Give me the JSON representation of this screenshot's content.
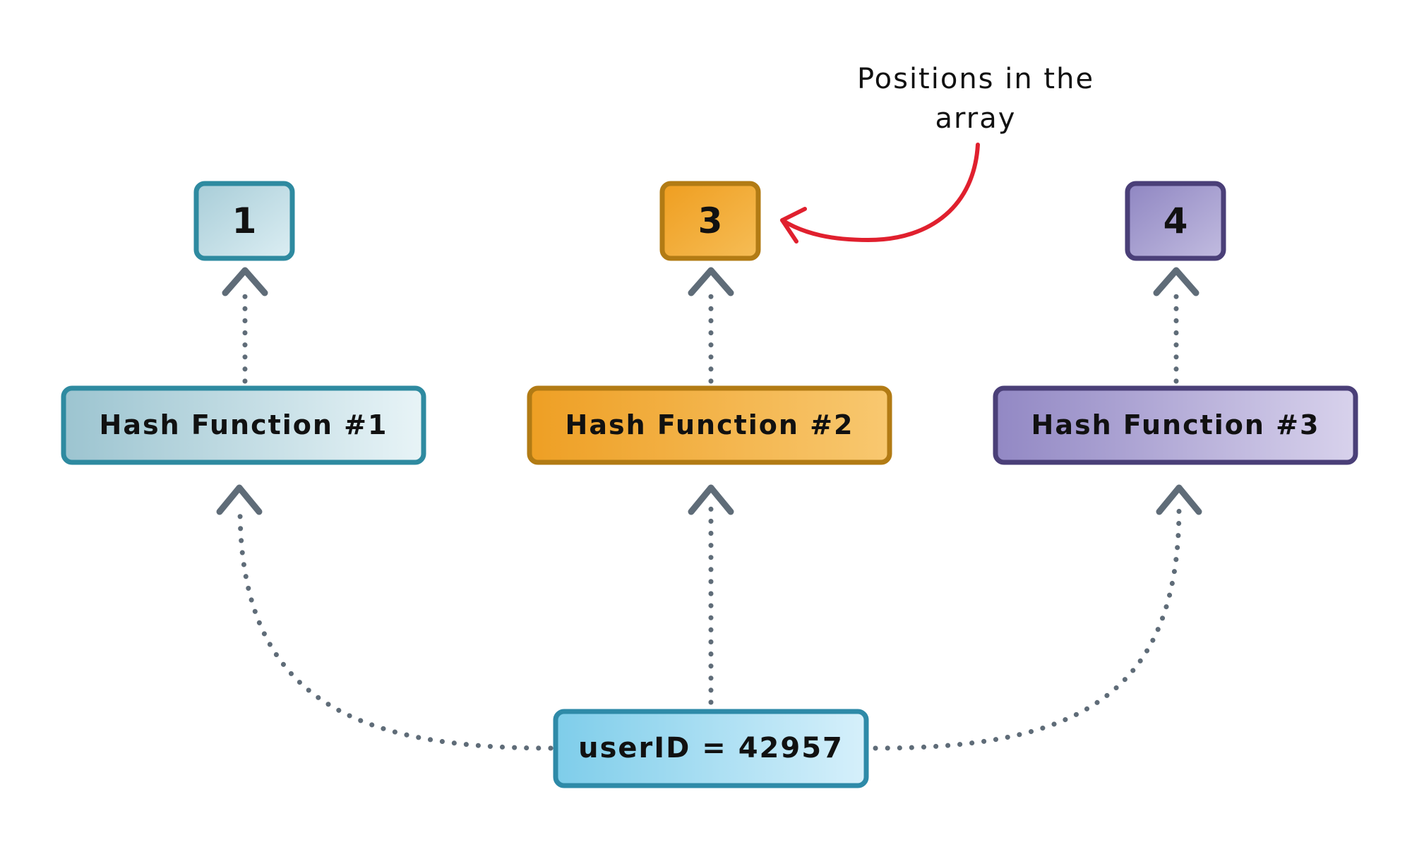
{
  "diagram": {
    "input": {
      "label": "userID = 42957"
    },
    "hash_functions": [
      {
        "label": "Hash Function #1",
        "position": "1"
      },
      {
        "label": "Hash Function #2",
        "position": "3"
      },
      {
        "label": "Hash Function #3",
        "position": "4"
      }
    ],
    "annotation": {
      "line1": "Positions in the",
      "line2": "array"
    }
  },
  "colors": {
    "hash1_fill_light": "#e8f4f7",
    "hash1_fill_dark": "#9cc4d0",
    "hash1_border": "#2e8aa0",
    "hash2_fill_light": "#f8c870",
    "hash2_fill_dark": "#ee9f24",
    "hash2_border": "#b27b14",
    "hash3_fill_light": "#d8d2ec",
    "hash3_fill_dark": "#9288c4",
    "hash3_border": "#4a3f78",
    "input_fill_light": "#d6f0fb",
    "input_fill_dark": "#7ecdea",
    "input_border": "#2e8aa8",
    "connector": "#5f6c78",
    "annotation_arrow": "#e0202e"
  }
}
